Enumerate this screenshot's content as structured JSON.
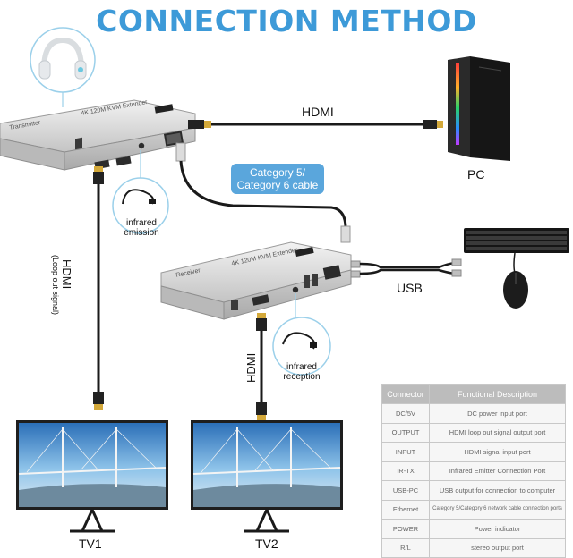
{
  "title": "CONNECTION METHOD",
  "labels": {
    "hdmi_top": "HDMI",
    "pc": "PC",
    "category_cable": "Category 5/\nCategory 6 cable",
    "usb": "USB",
    "infrared_emission": "infrared\nemission",
    "infrared_reception": "infrared\nreception",
    "hdmi_loop": "HDMI",
    "loop_out_signal": "(Loop out signal)",
    "hdmi_tv2": "HDMI",
    "tv1": "TV1",
    "tv2": "TV2",
    "transmitter_label": "4K 120M KVM Extender",
    "transmitter_side": "Transmitter",
    "receiver_label": "4K 120M KVM Extender",
    "receiver_side": "Receiver"
  },
  "table": {
    "headers": [
      "Connector",
      "Functional Description"
    ],
    "rows": [
      [
        "DC/5V",
        "DC power input port"
      ],
      [
        "OUTPUT",
        "HDMI loop out signal output port"
      ],
      [
        "INPUT",
        "HDMI signal input port"
      ],
      [
        "IR-TX",
        "Infrared Emitter Connection Port"
      ],
      [
        "USB-PC",
        "USB output for connection to computer"
      ],
      [
        "Ethernet",
        "Category 5/Category 6 network cable connection ports"
      ],
      [
        "POWER",
        "Power indicator"
      ],
      [
        "R/L",
        "stereo output port"
      ]
    ]
  },
  "colors": {
    "title": "#3d9ad8",
    "pill": "#5aa6dc",
    "device_body": "#d8d8d8",
    "cable": "#1a1a1a",
    "connector_gold": "#d4a93a"
  }
}
